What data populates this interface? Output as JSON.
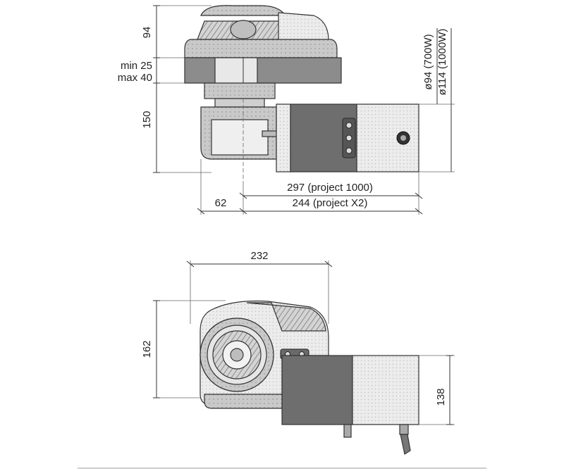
{
  "top_view": {
    "dim_height_upper": "94",
    "dim_deck_min": "min 25",
    "dim_deck_max": "max 40",
    "dim_height_lower": "150",
    "dim_diameter_700w": "ø94 (700W)",
    "dim_diameter_1000w": "ø114 (1000W)",
    "dim_offset": "62",
    "dim_length_project1000": "297 (project 1000)",
    "dim_length_projectx2": "244 (project X2)"
  },
  "bottom_view": {
    "dim_width": "232",
    "dim_height_body": "162",
    "dim_height_motor": "138"
  },
  "colors": {
    "line": "#333333",
    "motor_dark": "#6e6e6e",
    "motor_light": "#e2e2e2",
    "deck": "#8c8c8c",
    "body": "#d9d9d9"
  }
}
